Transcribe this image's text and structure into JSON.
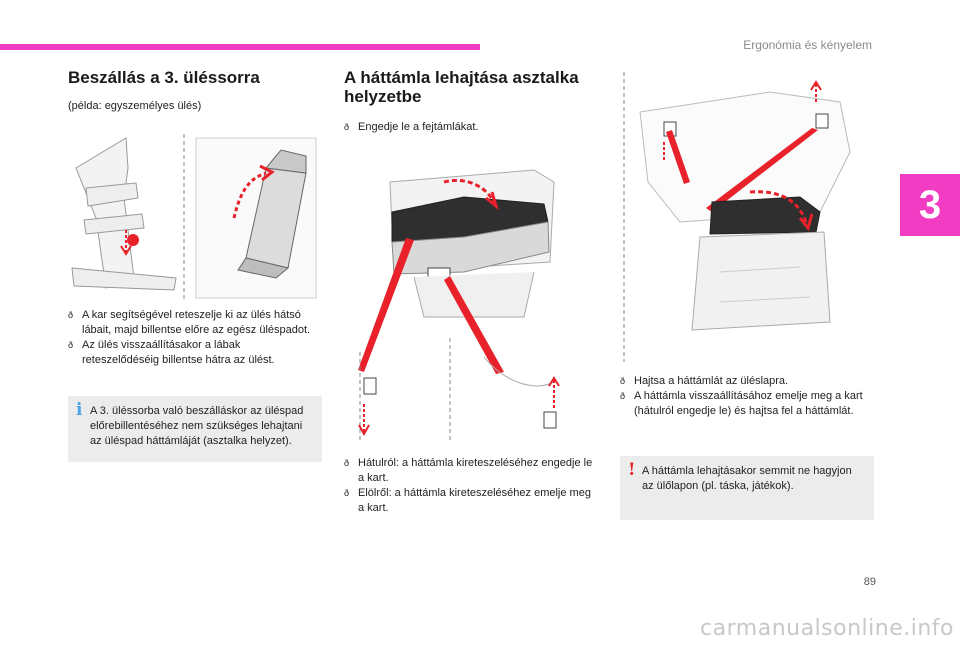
{
  "header": {
    "section_title": "Ergonómia és kényelem",
    "chapter_number": "3",
    "page_number": "89"
  },
  "colors": {
    "accent": "#f23cc4",
    "arrow_red": "#e8212a"
  },
  "left": {
    "title": "Beszállás a 3. üléssorra",
    "subtitle": "(példa: egyszemélyes ülés)",
    "steps": [
      "A kar segítségével reteszelje ki az ülés hátsó lábait, majd billentse előre az egész üléspadot.",
      "Az ülés visszaállításakor a lábak reteszelődéséig billentse hátra az ülést."
    ],
    "info_note": "A 3. üléssorba való beszálláskor az üléspad előrebillentéséhez nem szükséges lehajtani az üléspad háttámláját (asztalka helyzet).",
    "info_icon": "info-icon"
  },
  "middle": {
    "title": "A háttámla lehajtása asztalka helyzetbe",
    "step_intro": "Engedje le a fejtámlákat.",
    "steps": [
      "Hátulról: a háttámla kireteszeléséhez engedje le a kart.",
      "Elölről: a háttámla kireteszeléséhez emelje meg a kart."
    ]
  },
  "right": {
    "steps": [
      "Hajtsa a háttámlát az üléslapra.",
      "A háttámla visszaállításához emelje meg a kart (hátulról engedje le) és hajtsa fel a háttámlát."
    ],
    "warning_note": "A háttámla lehajtásakor semmit ne hagyjon az ülőlapon (pl. táska, játékok).",
    "warning_icon": "warning-icon"
  },
  "watermark": "carmanualsonline.info"
}
